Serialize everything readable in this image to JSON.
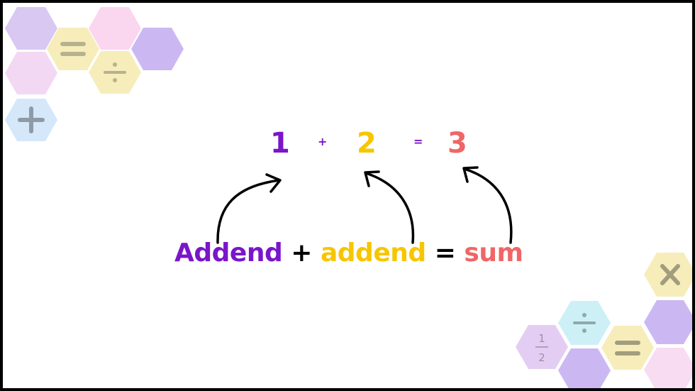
{
  "equation": {
    "first": "1",
    "plus": "+",
    "second": "2",
    "equals": "=",
    "result": "3"
  },
  "formula": {
    "addend_1": "Addend",
    "plus": "+",
    "addend_2": "addend",
    "equals": "=",
    "sum": "sum"
  },
  "decoration": {
    "top_left_symbols": [
      "=",
      "÷",
      "+"
    ],
    "bottom_right_symbols": [
      "×",
      "÷",
      "=",
      "½"
    ],
    "hex_colors": [
      "#d8c8f2",
      "#fbd6ef",
      "#f6edba",
      "#f3d8f4",
      "#d5e8fa",
      "#cbb8f3",
      "#ccf0f5",
      "#e4cdf3",
      "#f7dcf2"
    ]
  },
  "colors": {
    "purple": "#7a16c9",
    "yellow": "#f7c600",
    "red": "#f06666",
    "black": "#000000"
  }
}
